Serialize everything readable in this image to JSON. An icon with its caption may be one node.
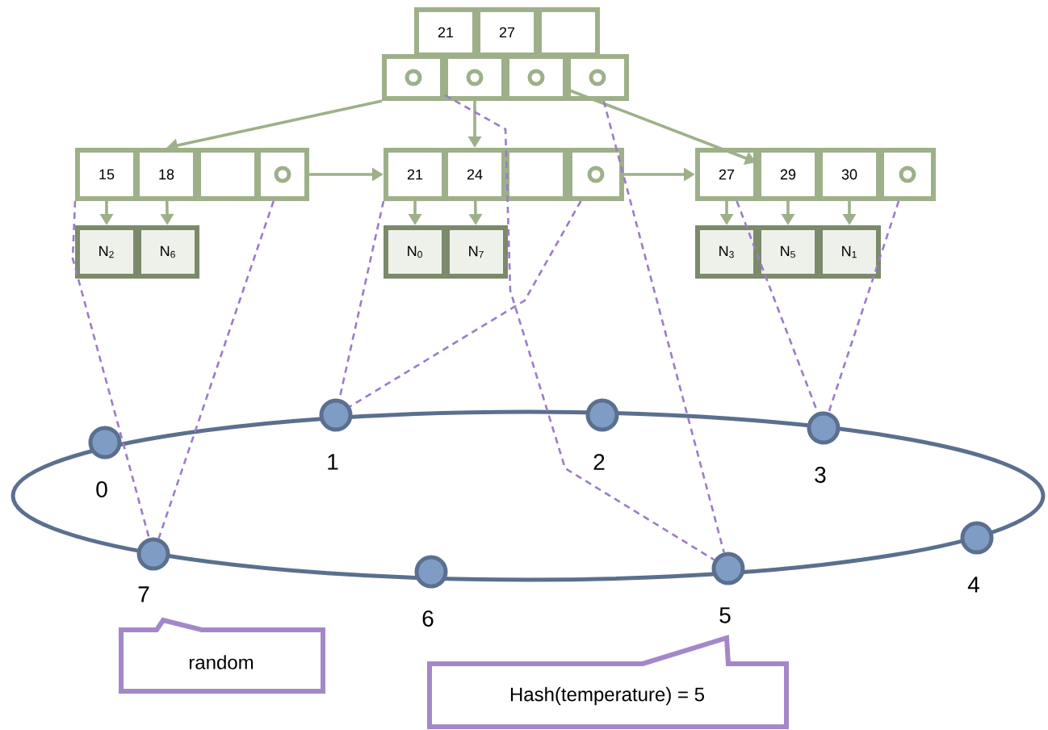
{
  "diagram": {
    "nodes": [
      {
        "text": [
          "21"
        ]
      },
      {
        "text": [
          "27"
        ]
      },
      {
        "text": [],
        "shape": "box"
      },
      {
        "text": [],
        "shape": "box"
      },
      {
        "text": [],
        "shape": "box"
      },
      {
        "text": [],
        "shape": "box"
      },
      {
        "text": [],
        "shape": "box"
      },
      {
        "text": [
          "15"
        ]
      },
      {
        "text": [
          "18"
        ]
      },
      {
        "text": [],
        "shape": "box"
      },
      {
        "text": [],
        "shape": "box"
      },
      {
        "text": [
          "21"
        ]
      },
      {
        "text": [
          "24"
        ]
      },
      {
        "text": [],
        "shape": "box"
      },
      {
        "text": [],
        "shape": "box"
      },
      {
        "text": [
          "27"
        ]
      },
      {
        "text": [
          "29"
        ]
      },
      {
        "text": [
          "30"
        ]
      },
      {
        "text": [],
        "shape": "box"
      },
      {
        "text": [
          "N$_{2}$"
        ]
      },
      {
        "text": [
          "N$_{6}$"
        ]
      },
      {
        "text": [
          "N$_{0}$"
        ]
      },
      {
        "text": [
          "N$_{7}$"
        ]
      },
      {
        "text": [
          "N$_{3}$"
        ]
      },
      {
        "text": [
          "N$_{5}$"
        ]
      },
      {
        "text": [
          "N$_{1}$"
        ]
      },
      {
        "text": [],
        "shape": "circle",
        "beside": [
          "0"
        ]
      },
      {
        "text": [],
        "shape": "circle",
        "beside": [
          "1"
        ]
      },
      {
        "text": [],
        "shape": "circle",
        "beside": [
          "2"
        ]
      },
      {
        "text": [],
        "shape": "circle",
        "beside": [
          "3"
        ]
      },
      {
        "text": [],
        "shape": "circle",
        "beside": [
          "4"
        ]
      },
      {
        "text": [],
        "shape": "circle",
        "beside": [
          "5"
        ]
      },
      {
        "text": [],
        "shape": "circle",
        "beside": [
          "6"
        ]
      },
      {
        "text": [],
        "shape": "circle",
        "beside": [
          "7"
        ]
      },
      {
        "text": [
          "random"
        ]
      },
      {
        "text": [
          "Hash(temperature) = 5"
        ]
      }
    ],
    "edges": [
      {
        "from": 3,
        "to": 8,
        "arrow": "to"
      },
      {
        "from": 4,
        "to": 12,
        "arrow": "to"
      },
      {
        "from": 5,
        "to": 16,
        "arrow": "to"
      },
      {
        "from": 10,
        "to": 11,
        "arrow": "to"
      },
      {
        "from": 14,
        "to": 15,
        "arrow": "to"
      },
      {
        "from": 7,
        "to": 19,
        "arrow": "to"
      },
      {
        "from": 8,
        "to": 20,
        "arrow": "to"
      },
      {
        "from": 11,
        "to": 21,
        "arrow": "to"
      },
      {
        "from": 12,
        "to": 22,
        "arrow": "to"
      },
      {
        "from": 15,
        "to": 23,
        "arrow": "to"
      },
      {
        "from": 16,
        "to": 24,
        "arrow": "to"
      },
      {
        "from": 17,
        "to": 25,
        "arrow": "to"
      },
      {
        "from": 3,
        "to": 31,
        "arrow": "none",
        "style": "dashed",
        "color": "#9b7cc6"
      },
      {
        "from": 6,
        "to": 31,
        "arrow": "none",
        "style": "dashed",
        "color": "#9b7cc6"
      },
      {
        "from": 7,
        "to": 33,
        "arrow": "none",
        "style": "dashed",
        "color": "#9b7cc6"
      },
      {
        "from": 10,
        "to": 33,
        "arrow": "none",
        "style": "dashed",
        "color": "#9b7cc6"
      },
      {
        "from": 11,
        "to": 27,
        "arrow": "none",
        "style": "dashed",
        "color": "#9b7cc6"
      },
      {
        "from": 14,
        "to": 27,
        "arrow": "none",
        "style": "dashed",
        "color": "#9b7cc6"
      },
      {
        "from": 15,
        "to": 29,
        "arrow": "none",
        "style": "dashed",
        "color": "#9b7cc6"
      },
      {
        "from": 18,
        "to": 29,
        "arrow": "none",
        "style": "dashed",
        "color": "#9b7cc6"
      }
    ]
  }
}
